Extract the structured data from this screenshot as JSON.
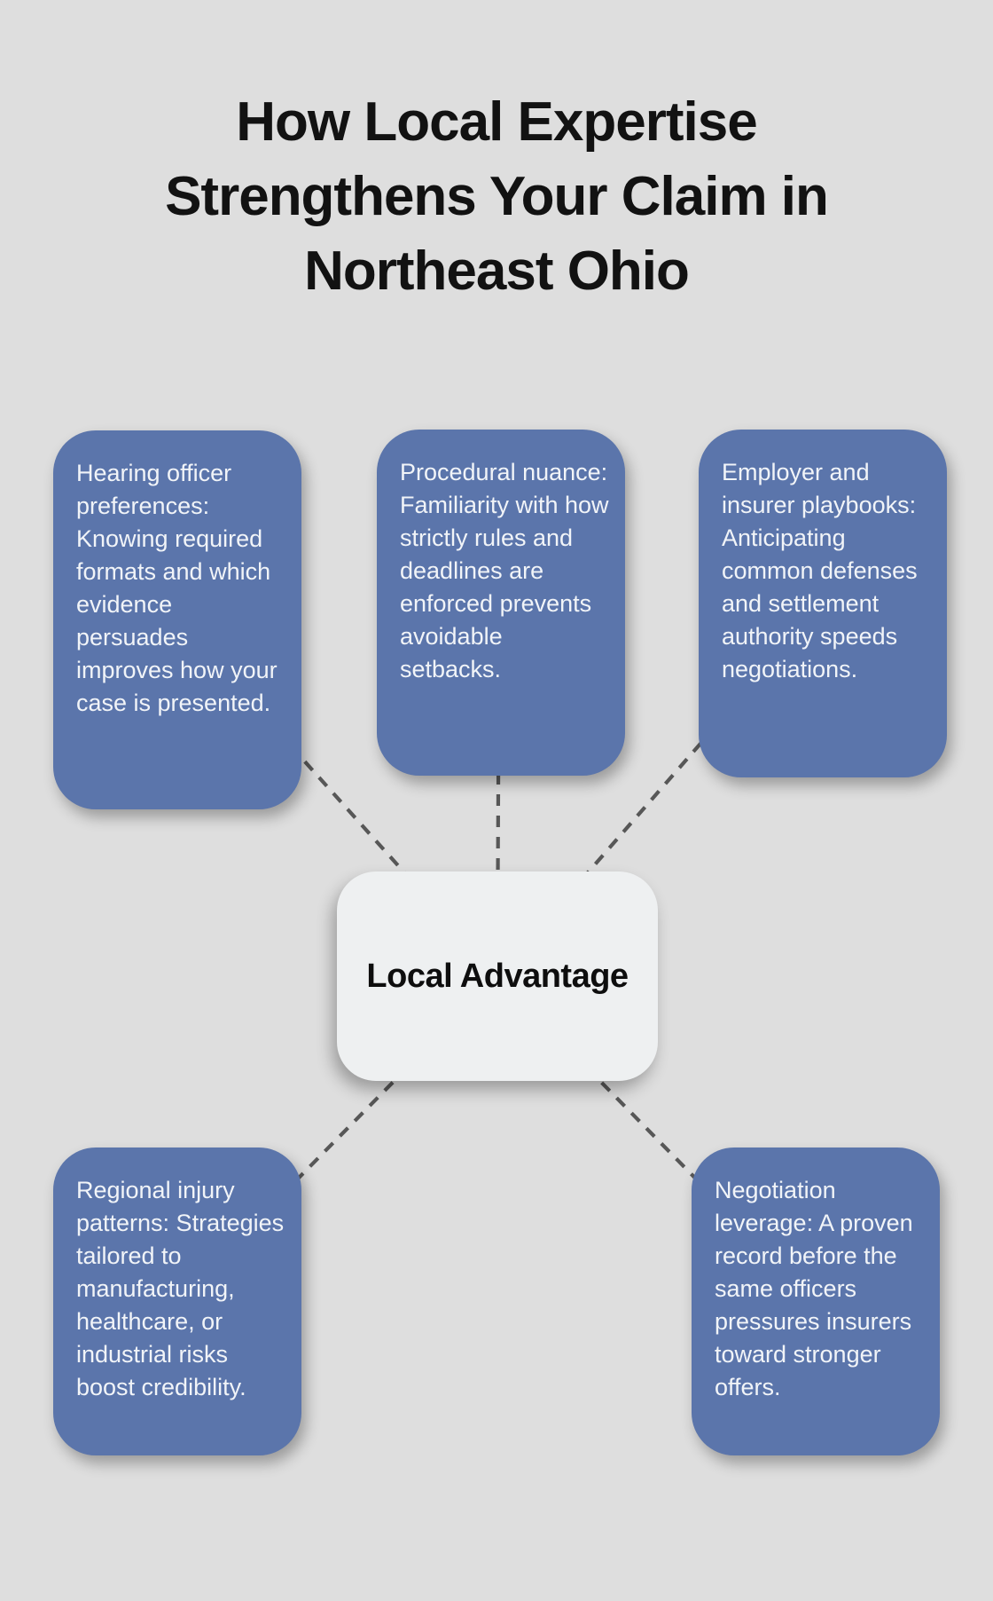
{
  "title": {
    "lines": [
      "How Local Expertise",
      "Strengthens Your Claim in",
      "Northeast Ohio"
    ]
  },
  "center": {
    "label": "Local Advantage"
  },
  "nodes": [
    {
      "id": "hearing-officer-preferences",
      "text": "Hearing officer preferences: Knowing required formats and which evidence persuades improves how your case is presented."
    },
    {
      "id": "procedural-nuance",
      "text": "Procedural nuance: Familiarity with how strictly rules and deadlines are enforced prevents avoidable setbacks."
    },
    {
      "id": "employer-insurer-playbooks",
      "text": "Employer and insurer playbooks: Anticipating common defenses and settlement authority speeds negotiations."
    },
    {
      "id": "regional-injury-patterns",
      "text": "Regional injury patterns: Strategies tailored to manufacturing, healthcare, or industrial risks boost credibility."
    },
    {
      "id": "negotiation-leverage",
      "text": "Negotiation leverage: A proven record before the same officers pressures insurers toward stronger offers."
    }
  ],
  "colors": {
    "background": "#dedede",
    "node_fill": "#5b75ab",
    "node_text": "#f1f4f8",
    "center_fill": "#eef0f1",
    "connector": "#575757",
    "title_text": "#121212"
  }
}
